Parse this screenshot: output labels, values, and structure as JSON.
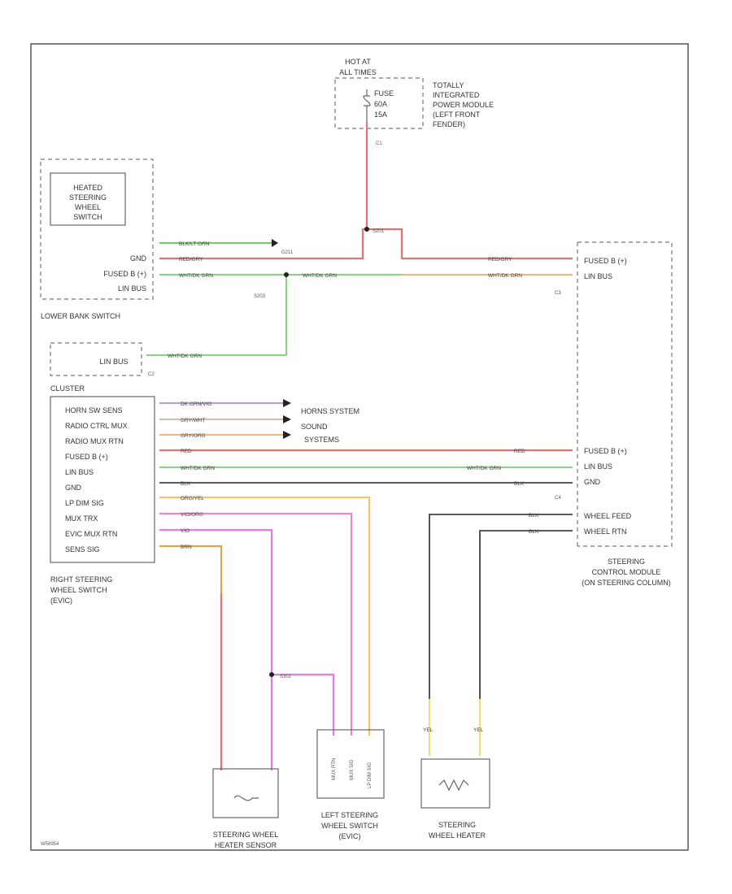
{
  "power_source": {
    "hot_label": [
      "HOT AT",
      "ALL TIMES"
    ],
    "fuse_label": [
      "FUSE",
      "60A",
      "15A"
    ],
    "module_label": [
      "TOTALLY",
      "INTEGRATED",
      "POWER MODULE",
      "(LEFT FRONT",
      "FENDER)"
    ],
    "connector": "C1"
  },
  "heated_switch": {
    "title": [
      "HEATED",
      "STEERING",
      "WHEEL",
      "SWITCH"
    ],
    "pins": [
      "GND",
      "FUSED B (+)",
      "LIN BUS"
    ],
    "caption": "LOWER BANK SWITCH"
  },
  "splices": [
    "G211",
    "S203",
    "S201",
    "S302"
  ],
  "connectors": [
    "C2",
    "C3",
    "C4"
  ],
  "cluster": {
    "title": "CLUSTER",
    "pin": "LIN BUS"
  },
  "right_switch": {
    "pins": [
      "HORN SW SENS",
      "RADIO CTRL MUX",
      "RADIO MUX RTN",
      "FUSED B (+)",
      "LIN BUS",
      "GND",
      "LP DIM SIG",
      "MUX TRX",
      "EVIC MUX RTN",
      "SENS SIG"
    ],
    "caption": [
      "RIGHT STEERING",
      "WHEEL SWITCH",
      "(EVIC)"
    ]
  },
  "destinations": {
    "horn": "HORNS SYSTEM",
    "sound": [
      "SOUND",
      "SYSTEMS"
    ]
  },
  "scm": {
    "pins_top": [
      "FUSED B (+)",
      "LIN BUS"
    ],
    "pins_bottom": [
      "FUSED B (+)",
      "LIN BUS",
      "GND",
      "WHEEL FEED",
      "WHEEL RTN"
    ],
    "caption": [
      "STEERING",
      "CONTROL MODULE",
      "(ON STEERING COLUMN)"
    ]
  },
  "wire_labels": {
    "gnd": "BLK/LT GRN",
    "fused": "RED/GRY",
    "lin": "WHT/DK GRN",
    "horn": "DK GRN/VIO",
    "radio_ctrl": "GRY/WHT",
    "radio_rtn": "GRY/ORG",
    "red": "RED",
    "blk": "BLK",
    "lpdim": "ORG/YEL",
    "mux": "VIO/ORG",
    "evic": "VIO",
    "sens": "BRN",
    "feed": "YEL"
  },
  "bottom": {
    "sensor": [
      "STEERING WHEEL",
      "HEATER SENSOR"
    ],
    "left_switch": [
      "LEFT STEERING",
      "WHEEL SWITCH",
      "(EVIC)"
    ],
    "left_switch_pins": [
      "MUX RTN",
      "MUX SIG",
      "LP DIM SIG"
    ],
    "heater": [
      "STEERING",
      "WHEEL HEATER"
    ]
  },
  "footer": "W58954"
}
